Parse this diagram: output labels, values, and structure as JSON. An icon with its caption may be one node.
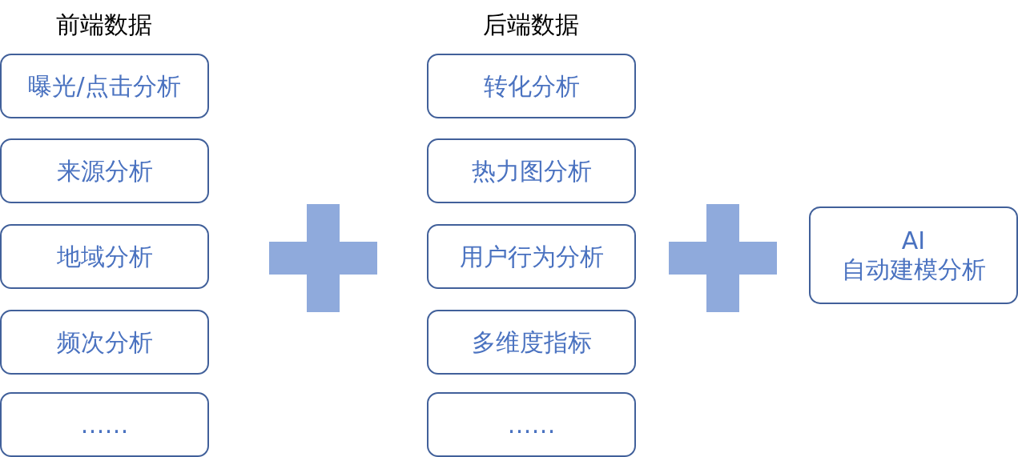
{
  "diagram": {
    "nodes": [
      {
        "text": [
          "曝光/点击分析"
        ]
      },
      {
        "text": [
          "来源分析"
        ]
      },
      {
        "text": [
          "地域分析"
        ]
      },
      {
        "text": [
          "频次分析"
        ]
      },
      {
        "text": [
          "……"
        ]
      },
      {
        "text": [
          "转化分析"
        ]
      },
      {
        "text": [
          "热力图分析"
        ]
      },
      {
        "text": [
          "用户行为分析"
        ]
      },
      {
        "text": [
          "多维度指标"
        ]
      },
      {
        "text": [
          "……"
        ]
      },
      {
        "text": [
          "AI",
          "自动建模分析"
        ]
      }
    ],
    "labels": [
      "前端数据",
      "后端数据"
    ]
  }
}
